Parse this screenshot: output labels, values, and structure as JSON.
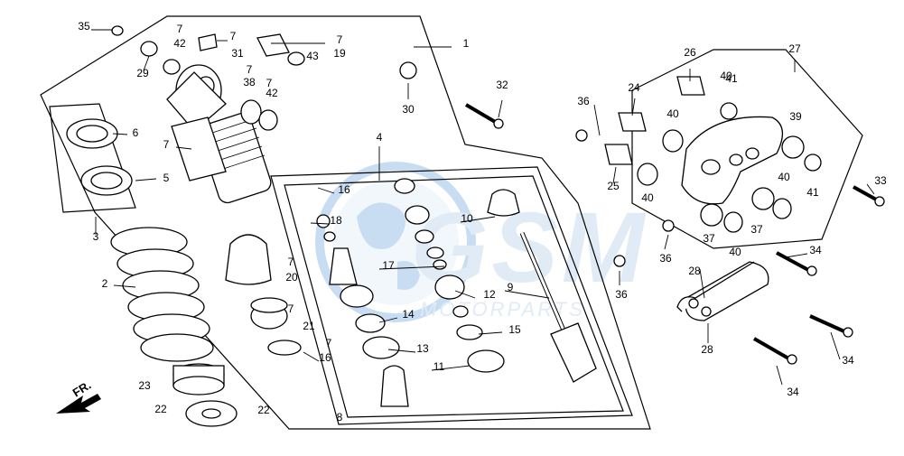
{
  "diagram": {
    "watermark": {
      "brand": "GSM",
      "sub": "MOTORPARTS",
      "color": "#5b9bd5"
    },
    "direction_label": "FR.",
    "callouts": [
      "1",
      "2",
      "3",
      "4",
      "5",
      "6",
      "7",
      "7",
      "7",
      "7",
      "7",
      "7",
      "7",
      "7",
      "7",
      "8",
      "9",
      "10",
      "11",
      "12",
      "13",
      "14",
      "15",
      "16",
      "16",
      "17",
      "18",
      "19",
      "20",
      "21",
      "22",
      "22",
      "23",
      "24",
      "25",
      "26",
      "27",
      "28",
      "28",
      "29",
      "30",
      "31",
      "32",
      "33",
      "34",
      "34",
      "34",
      "35",
      "36",
      "36",
      "36",
      "37",
      "37",
      "38",
      "39",
      "40",
      "40",
      "40",
      "40",
      "40",
      "41",
      "41",
      "42",
      "42",
      "43"
    ]
  }
}
